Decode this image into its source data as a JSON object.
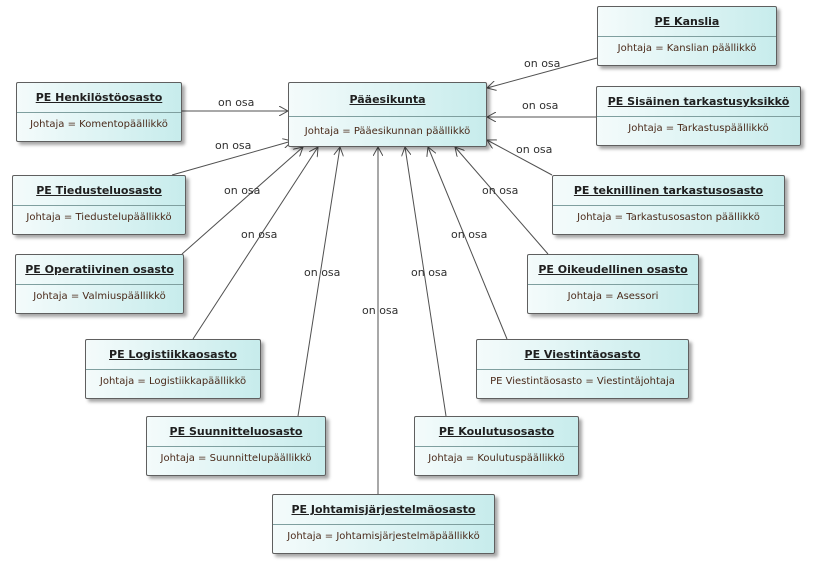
{
  "connector_label": "on osa",
  "center": {
    "title": "Pääesikunta",
    "attr": "Johtaja = Pääesikunnan päällikkö"
  },
  "parts": [
    {
      "id": "kanslia",
      "title": "PE Kanslia",
      "attr": "Johtaja = Kanslian päällikkö"
    },
    {
      "id": "henkilosto",
      "title": "PE Henkilöstöosasto",
      "attr": "Johtaja = Komentopäällikkö"
    },
    {
      "id": "sisainen",
      "title": "PE Sisäinen tarkastusyksikkö",
      "attr": "Johtaja  = Tarkastuspäällikkö"
    },
    {
      "id": "tiedustelu",
      "title": "PE Tiedusteluosasto",
      "attr": "Johtaja = Tiedustelupäällikkö"
    },
    {
      "id": "tekninen",
      "title": "PE teknillinen tarkastusosasto",
      "attr": "Johtaja = Tarkastusosaston päällikkö"
    },
    {
      "id": "operatiivinen",
      "title": "PE Operatiivinen osasto",
      "attr": "Johtaja = Valmiuspäällikkö"
    },
    {
      "id": "oikeudellinen",
      "title": "PE Oikeudellinen osasto",
      "attr": "Johtaja  = Asessori"
    },
    {
      "id": "logistiikka",
      "title": "PE Logistiikkaosasto",
      "attr": "Johtaja = Logistiikkapäällikkö"
    },
    {
      "id": "viestinta",
      "title": "PE Viestintäosasto",
      "attr": "PE Viestintäosasto = Viestintäjohtaja"
    },
    {
      "id": "suunnittelu",
      "title": "PE Suunnitteluosasto",
      "attr": "Johtaja = Suunnittelupäällikkö"
    },
    {
      "id": "koulutus",
      "title": "PE Koulutusosasto",
      "attr": "Johtaja = Koulutuspäällikkö"
    },
    {
      "id": "johtamis",
      "title": "PE Johtamisjärjestelmäosasto",
      "attr": "Johtaja = Johtamisjärjestelmäpäällikkö"
    }
  ]
}
